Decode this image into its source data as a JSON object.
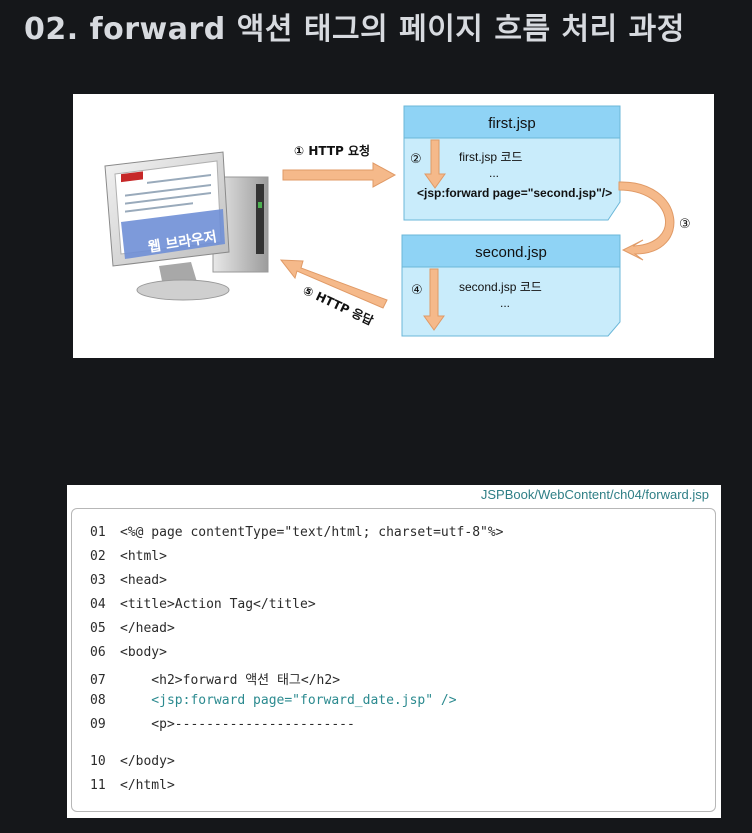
{
  "page_title": "02. forward 액션 태그의 페이지 흐름 처리 과정",
  "diagram": {
    "browser_label": "웹 브라우저",
    "first_box_title": "first.jsp",
    "first_box_code": "first.jsp 코드",
    "first_box_dots": "...",
    "forward_tag": "<jsp:forward page=\"second.jsp\"/>",
    "second_box_title": "second.jsp",
    "second_box_code": "second.jsp 코드",
    "second_box_dots": "...",
    "step1": "① HTTP 요청",
    "step2": "②",
    "step3": "③",
    "step4": "④",
    "step5": "⑤ HTTP 응답",
    "colors": {
      "box_header": "#8fd3f5",
      "box_body": "#c9ecfb",
      "arrow": "#f5b98a"
    }
  },
  "code": {
    "path": "JSPBook/WebContent/ch04/forward.jsp",
    "lines": [
      {
        "num": "01",
        "text": "<%@ page contentType=\"text/html; charset=utf-8\"%>"
      },
      {
        "num": "02",
        "text": "<html>"
      },
      {
        "num": "03",
        "text": "<head>"
      },
      {
        "num": "04",
        "text": "<title>Action Tag</title>"
      },
      {
        "num": "05",
        "text": "</head>"
      },
      {
        "num": "06",
        "text": "<body>"
      },
      {
        "num": "07",
        "text": "    <h2>forward 액션 태그</h2>"
      },
      {
        "num": "08",
        "text": "    <jsp:forward page=\"forward_date.jsp\" />"
      },
      {
        "num": "09",
        "text": "    <p>-----------------------"
      },
      {
        "num": "10",
        "text": "</body>"
      },
      {
        "num": "11",
        "text": "</html>"
      }
    ]
  }
}
